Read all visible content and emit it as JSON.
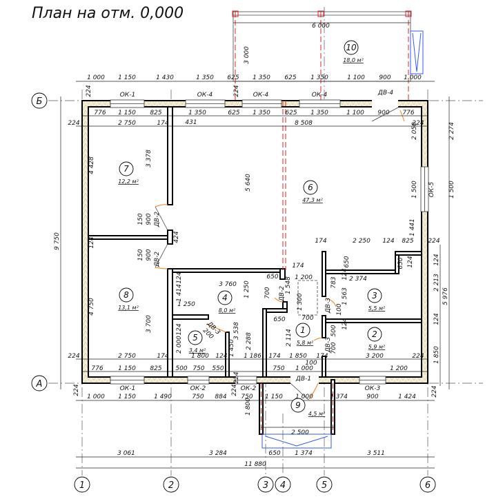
{
  "title": "План на отм. 0,000",
  "axes": {
    "v": [
      "1",
      "2",
      "3",
      "4",
      "5",
      "6"
    ],
    "h": [
      "А",
      "Б"
    ]
  },
  "rooms": [
    {
      "num": "1",
      "area": "5,8 м²"
    },
    {
      "num": "2",
      "area": "5,9 м²"
    },
    {
      "num": "3",
      "area": "5,5 м²"
    },
    {
      "num": "4",
      "area": "8,0 м²"
    },
    {
      "num": "5",
      "area": "3,4 м²"
    },
    {
      "num": "6",
      "area": "47,3 м²"
    },
    {
      "num": "7",
      "area": "12,2 м²"
    },
    {
      "num": "8",
      "area": "13,1 м²"
    },
    {
      "num": "9",
      "area": "4,5 м²"
    },
    {
      "num": "10",
      "area": "18,0 м²"
    }
  ],
  "openings": {
    "top": [
      "ОК-1",
      "ОК-4",
      "ОК-4",
      "ОК-4",
      "ДВ-4"
    ],
    "bottom": [
      "ОК-1",
      "ОК-2",
      "ОК-2",
      "ДВ-1",
      "ОК-3"
    ],
    "right": "ОК-5",
    "interior": [
      "ДВ-2",
      "ДВ-2",
      "ДВ-2",
      "ДВ-3",
      "ДВ-3",
      "ДВ-3"
    ]
  },
  "dims": {
    "top_outer": [
      "1 000",
      "1 150",
      "1 430",
      "1 350",
      "625",
      "1 350",
      "625",
      "1 350",
      "1 100",
      "900",
      "1 000"
    ],
    "top_inner": [
      "776",
      "1 150",
      "825",
      "1 350",
      "625",
      "1 350",
      "625",
      "1 350",
      "1 100",
      "900",
      "776"
    ],
    "top_row3": [
      "224",
      "2 750",
      "174",
      "8 508",
      "224",
      "431",
      "224",
      "224"
    ],
    "bottom_row1": [
      "224",
      "2 750",
      "174",
      "1 800",
      "124",
      "1 186",
      "174",
      "1 850",
      "174",
      "3 200",
      "224"
    ],
    "bottom_row2": [
      "776",
      "1 150",
      "825",
      "500",
      "750",
      "550",
      "750",
      "1 000",
      "100",
      "1 200"
    ],
    "bottom_outer": [
      "1 000",
      "1 150",
      "1 490",
      "750",
      "884",
      "750",
      "1 150",
      "1 000",
      "1 374",
      "900",
      "1 424"
    ],
    "bottom_small": [
      "224",
      "224",
      "224",
      "224"
    ],
    "axes_row": [
      "3 061",
      "3 284",
      "650",
      "1 374",
      "3 511"
    ],
    "total": "11 880",
    "left": [
      "9 750",
      "4 428",
      "4 750",
      "3 378",
      "3 700",
      "124",
      "150",
      "900",
      "150",
      "900",
      "424"
    ],
    "right": [
      "2 274",
      "1 500",
      "5 976",
      "2 050",
      "1 500",
      "1 441",
      "2 213",
      "1 850",
      "124",
      "124",
      "224"
    ],
    "room10": [
      "6 000",
      "3 000"
    ],
    "room9": [
      "1 800",
      "2 500"
    ],
    "middle": [
      "5 640",
      "3 760",
      "1 250",
      "1 414",
      "124",
      "2 000",
      "3 538",
      "2 288",
      "1 450",
      "1 250",
      "2 114",
      "1 200",
      "1 300",
      "700",
      "650",
      "650",
      "174",
      "1 548",
      "700",
      "124",
      "200"
    ],
    "east": [
      "2 250",
      "174",
      "124",
      "825",
      "650",
      "2 374",
      "1 563",
      "783",
      "124",
      "124",
      "500",
      "700",
      "100",
      "650",
      "124"
    ]
  }
}
